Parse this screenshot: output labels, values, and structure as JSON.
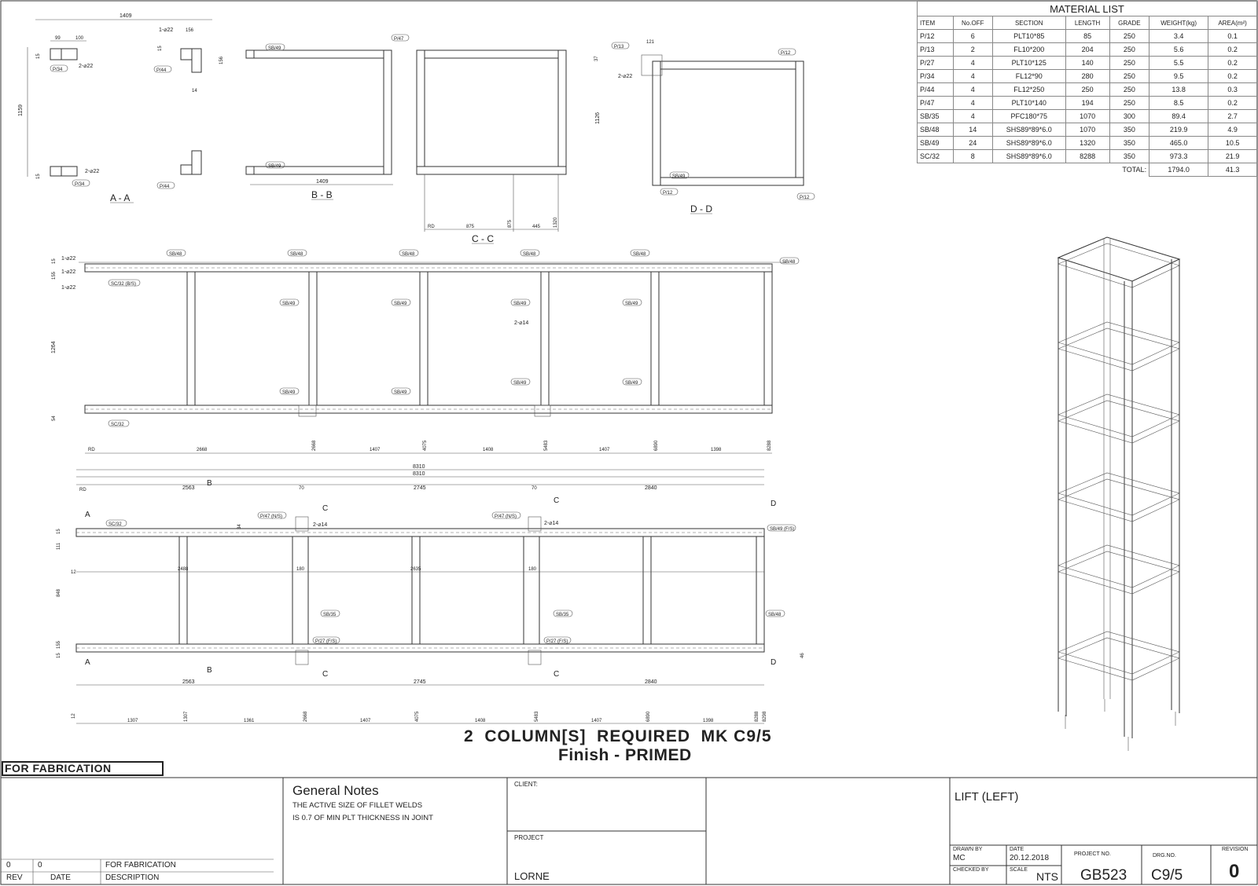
{
  "material_list": {
    "title": "MATERIAL LIST",
    "headers": [
      "ITEM",
      "No.OFF",
      "SECTION",
      "LENGTH",
      "GRADE",
      "WEIGHT(kg)",
      "AREA(m²)"
    ],
    "rows": [
      [
        "P/12",
        "6",
        "PLT10*85",
        "85",
        "250",
        "3.4",
        "0.1"
      ],
      [
        "P/13",
        "2",
        "FL10*200",
        "204",
        "250",
        "5.6",
        "0.2"
      ],
      [
        "P/27",
        "4",
        "PLT10*125",
        "140",
        "250",
        "5.5",
        "0.2"
      ],
      [
        "P/34",
        "4",
        "FL12*90",
        "280",
        "250",
        "9.5",
        "0.2"
      ],
      [
        "P/44",
        "4",
        "FL12*250",
        "250",
        "250",
        "13.8",
        "0.3"
      ],
      [
        "P/47",
        "4",
        "PLT10*140",
        "194",
        "250",
        "8.5",
        "0.2"
      ],
      [
        "SB/35",
        "4",
        "PFC180*75",
        "1070",
        "300",
        "89.4",
        "2.7"
      ],
      [
        "SB/48",
        "14",
        "SHS89*89*6.0",
        "1070",
        "350",
        "219.9",
        "4.9"
      ],
      [
        "SB/49",
        "24",
        "SHS89*89*6.0",
        "1320",
        "350",
        "465.0",
        "10.5"
      ],
      [
        "SC/32",
        "8",
        "SHS89*89*6.0",
        "8288",
        "350",
        "973.3",
        "21.9"
      ]
    ],
    "total_label": "TOTAL:",
    "total_weight": "1794.0",
    "total_area": "41.3"
  },
  "sections": {
    "aa": "A - A",
    "bb": "B - B",
    "cc": "C - C",
    "dd": "D - D"
  },
  "labels": {
    "p34": "P/34",
    "p44": "P/44",
    "p47": "P/47",
    "p13": "P/13",
    "p12": "P/12",
    "sb49": "SB/49",
    "sb48": "SB/48",
    "sb35": "SB/35",
    "sc32": "SC/32",
    "sc32bs": "SC/32 (B/S)",
    "p47ns": "P/47 (N/S)",
    "p27fs": "P/27 (F/S)",
    "sb49fs": "SB/49 (F/S)",
    "phi22_1": "1-⌀22",
    "phi22_2": "2-⌀22",
    "phi14_2": "2-⌀14",
    "rd": "RD"
  },
  "dims": {
    "d1409": "1409",
    "d99": "99",
    "d100": "100",
    "d156": "156",
    "d15": "15",
    "d14": "14",
    "d1159": "1159",
    "d121": "121",
    "d1126": "1126",
    "d37": "37",
    "d875": "875",
    "d445": "445",
    "d1320": "1320",
    "d155": "155",
    "d1264": "1264",
    "d54": "54",
    "d46": "46",
    "d34": "34",
    "d111": "111",
    "d848": "848",
    "d12": "12",
    "d70": "70",
    "elev1": [
      "2668",
      "2668",
      "1407",
      "4075",
      "1408",
      "5483",
      "1407",
      "6890",
      "1398",
      "8288"
    ],
    "plan_top": [
      "8310",
      "8310",
      "2563",
      "2745",
      "2840"
    ],
    "plan_mid": [
      "2488",
      "180",
      "2635",
      "180"
    ],
    "plan_bot": [
      "2563",
      "2745",
      "2840"
    ],
    "plan_base": [
      "1307",
      "1307",
      "1361",
      "2668",
      "1407",
      "4075",
      "1408",
      "5483",
      "1407",
      "6890",
      "1398",
      "8288",
      "8298"
    ]
  },
  "markers": {
    "a": "A",
    "b": "B",
    "c": "C",
    "d": "D"
  },
  "headline": {
    "line1": "2  COLUMN[S]  REQUIRED  MK C9/5",
    "line2": "Finish - PRIMED"
  },
  "stamp": "FOR FABRICATION",
  "revision_table": {
    "row": [
      "0",
      "0",
      "FOR FABRICATION"
    ],
    "headers": [
      "REV",
      "DATE",
      "DESCRIPTION"
    ]
  },
  "notes": {
    "title": "General Notes",
    "line1": "THE ACTIVE SIZE OF FILLET WELDS",
    "line2": "IS 0.7 OF MIN PLT THICKNESS IN JOINT"
  },
  "client": {
    "label": "CLIENT:",
    "project_label": "PROJECT",
    "project": "LORNE"
  },
  "drawing": {
    "title": "LIFT (LEFT)",
    "drawn_by_label": "DRAWN BY",
    "drawn_by": "MC",
    "date_label": "DATE",
    "date": "20.12.2018",
    "checked_by_label": "CHECKED BY",
    "scale_label": "SCALE",
    "scale": "NTS",
    "project_no_label": "PROJECT NO.",
    "project_no": "GB523",
    "drg_no_label": "DRG.NO.",
    "drg_no": "C9/5",
    "revision_label": "REVISION",
    "revision": "0"
  }
}
